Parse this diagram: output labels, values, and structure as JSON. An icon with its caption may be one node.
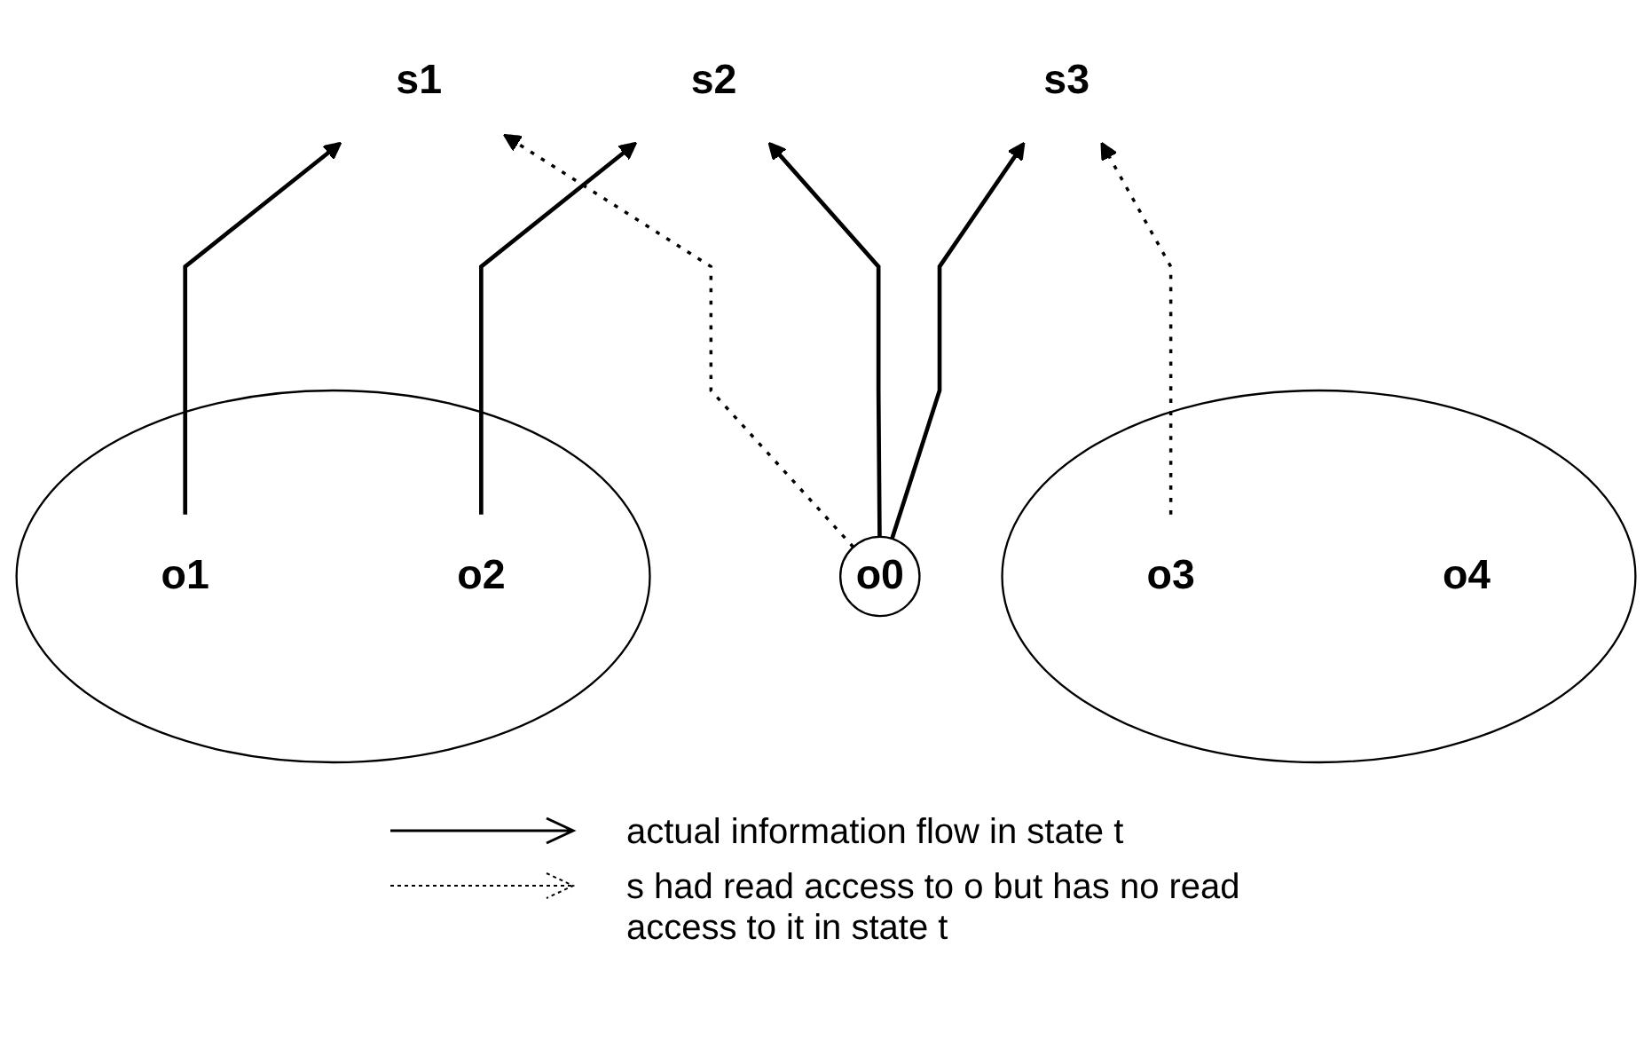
{
  "diagram": {
    "nodes": [
      {
        "text": [
          "s1"
        ]
      },
      {
        "text": [
          "s2"
        ]
      },
      {
        "text": [
          "s3"
        ]
      },
      {
        "text": [],
        "shape": "ellipse"
      },
      {
        "text": [
          "o1"
        ],
        "in": 3
      },
      {
        "text": [
          "o2"
        ],
        "in": 3
      },
      {
        "text": [],
        "shape": "ellipse"
      },
      {
        "text": [
          "o3"
        ],
        "in": 6
      },
      {
        "text": [
          "o4"
        ],
        "in": 6
      },
      {
        "text": [
          "o0"
        ]
      }
    ],
    "edges": [
      {
        "from": 4,
        "to": 0,
        "arrow": "to"
      },
      {
        "from": 5,
        "to": 1,
        "arrow": "to"
      },
      {
        "from": 9,
        "to": 0,
        "arrow": "to",
        "style": "dashed"
      },
      {
        "from": 7,
        "to": 2,
        "arrow": "to",
        "style": "dashed"
      },
      {
        "from": 9,
        "to": 1,
        "arrow": "to"
      },
      {
        "from": 9,
        "to": 2,
        "arrow": "to"
      }
    ],
    "legend": [
      {
        "text": "actual information flow in state t"
      },
      {
        "text": "s had read access to o but has no read access to it in state t"
      }
    ]
  }
}
